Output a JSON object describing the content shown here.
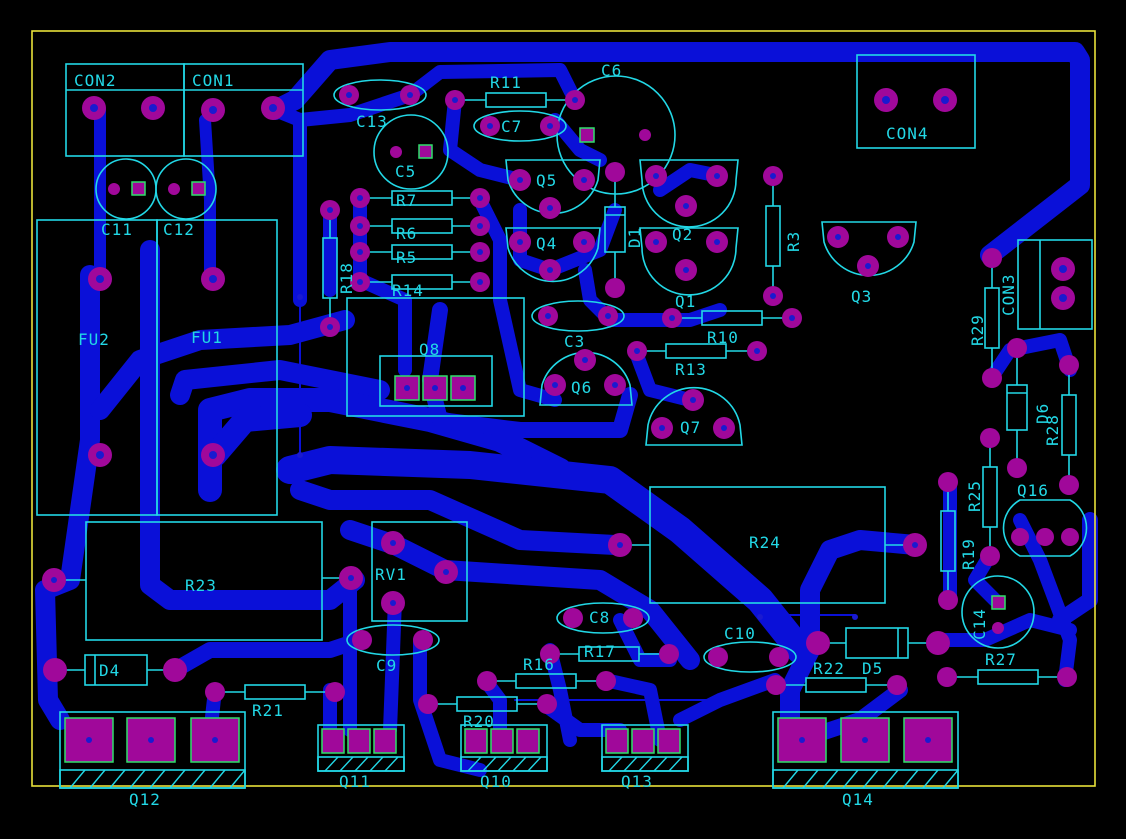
{
  "board": {
    "edge_color": "#e8e23a",
    "copper_color": "#0a10d8",
    "silkscreen_color": "#22d8e6",
    "pad_color": "#a0089a"
  },
  "labels": {
    "con2": "CON2",
    "con1": "CON1",
    "con4": "CON4",
    "con3": "CON3",
    "c13": "C13",
    "r11": "R11",
    "c6": "C6",
    "c7": "C7",
    "c5": "C5",
    "c11": "C11",
    "c12": "C12",
    "r7": "R7",
    "r6": "R6",
    "r5": "R5",
    "r14": "R14",
    "r18": "R18",
    "q5": "Q5",
    "q4": "Q4",
    "d1": "D1",
    "q2": "Q2",
    "r3": "R3",
    "q3": "Q3",
    "q1": "Q1",
    "r10": "R10",
    "r13": "R13",
    "c3": "C3",
    "q8": "Q8",
    "q6": "Q6",
    "q7": "Q7",
    "fu2": "FU2",
    "fu1": "FU1",
    "r29": "R29",
    "d6": "D6",
    "r28": "R28",
    "r25": "R25",
    "q16": "Q16",
    "r19": "R19",
    "c14": "C14",
    "r24": "R24",
    "r23": "R23",
    "rv1": "RV1",
    "c8": "C8",
    "c9": "C9",
    "c10": "C10",
    "r17": "R17",
    "r16": "R16",
    "r22": "R22",
    "d5": "D5",
    "r27": "R27",
    "d4": "D4",
    "r21": "R21",
    "r20": "R20",
    "q12": "Q12",
    "q11": "Q11",
    "q10": "Q10",
    "q13": "Q13",
    "q14": "Q14"
  }
}
